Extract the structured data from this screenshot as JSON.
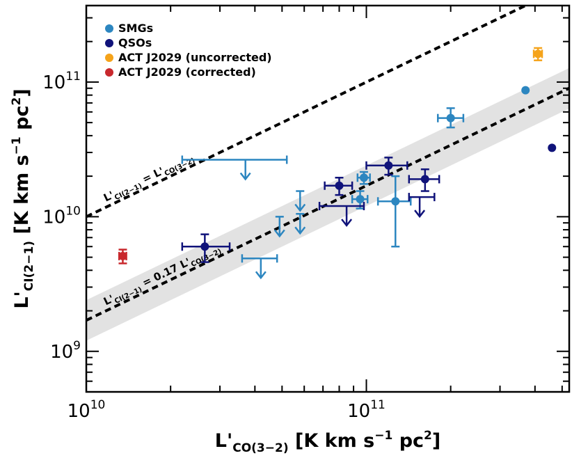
{
  "colors": {
    "SMGs": "#2c86c0",
    "QSOs": "#10137a",
    "ACT J2029 (uncorrected)": "#f5a31a",
    "ACT J2029 (corrected)": "#c8282d",
    "band": "#e2e2e2",
    "axis": "#000000"
  },
  "chart_data": {
    "type": "scatter",
    "x_scale": "log",
    "y_scale": "log",
    "xlim": [
      10000000000.0,
      530000000000.0
    ],
    "ylim": [
      500000000.0,
      370000000000.0
    ],
    "grid": false,
    "legend_position": "top-left",
    "xlabel": {
      "main": "L'",
      "sub": "CO(3−2)",
      "units": " [K km s",
      "exp": "−1",
      "tail": " pc",
      "exp2": "2",
      "end": "]"
    },
    "ylabel": {
      "main": "L'",
      "sub": "CI(2−1)",
      "units": " [K km s",
      "exp": "−1",
      "tail": " pc",
      "exp2": "2",
      "end": "]"
    },
    "x_ticks": [
      {
        "value": 10000000000.0,
        "base": "10",
        "exp": "10"
      },
      {
        "value": 100000000000.0,
        "base": "10",
        "exp": "11"
      }
    ],
    "y_ticks": [
      {
        "value": 1000000000.0,
        "base": "10",
        "exp": "9"
      },
      {
        "value": 10000000000.0,
        "base": "10",
        "exp": "10"
      },
      {
        "value": 100000000000.0,
        "base": "10",
        "exp": "11"
      }
    ],
    "legend": [
      "SMGs",
      "QSOs",
      "ACT J2029 (uncorrected)",
      "ACT J2029 (corrected)"
    ],
    "lines": [
      {
        "name": "equality",
        "ratio": 1.0,
        "label_main": "L'",
        "label_sub1": "CI(2−1)",
        "label_mid": " = L'",
        "label_sub2": "CO(3−2)"
      },
      {
        "name": "fit",
        "ratio": 0.17,
        "band": [
          0.12,
          0.24
        ],
        "label_main": "L'",
        "label_sub1": "CI(2−1)",
        "label_mid": " = 0.17 L'",
        "label_sub2": "CO(3−2)"
      }
    ],
    "series": [
      {
        "name": "SMGs",
        "points": [
          {
            "x": 370000000000.0,
            "y": 87000000000.0
          },
          {
            "x": 200000000000.0,
            "y": 54000000000.0,
            "xerr": [
              20000000000.0,
              22000000000.0
            ],
            "yerr": [
              8000000000.0,
              10000000000.0
            ]
          },
          {
            "x": 98000000000.0,
            "y": 19500000000.0,
            "xerr": [
              5000000000.0,
              5000000000.0
            ],
            "yerr": [
              2000000000.0,
              2000000000.0
            ]
          },
          {
            "x": 95000000000.0,
            "y": 13500000000.0,
            "xerr": [
              6000000000.0,
              6000000000.0
            ],
            "yerr": [
              2000000000.0,
              2000000000.0
            ]
          },
          {
            "x": 127000000000.0,
            "y": 13000000000.0,
            "xerr": [
              17000000000.0,
              17000000000.0
            ],
            "yerr": [
              7000000000.0,
              7000000000.0
            ]
          }
        ],
        "upper_limits": [
          {
            "x": 37000000000.0,
            "y": 26500000000.0,
            "xlo": 22000000000.0,
            "xhi": 52000000000.0
          },
          {
            "x": 42000000000.0,
            "y": 4900000000.0,
            "xlo": 36000000000.0,
            "xhi": 48000000000.0
          },
          {
            "x": 49000000000.0,
            "y": 10000000000.0
          },
          {
            "x": 58000000000.0,
            "y": 15500000000.0
          },
          {
            "x": 58000000000.0,
            "y": 10500000000.0
          }
        ]
      },
      {
        "name": "QSOs",
        "points": [
          {
            "x": 460000000000.0,
            "y": 32500000000.0
          },
          {
            "x": 120000000000.0,
            "y": 24000000000.0,
            "xerr": [
              20000000000.0,
              20000000000.0
            ],
            "yerr": [
              3500000000.0,
              3500000000.0
            ]
          },
          {
            "x": 162000000000.0,
            "y": 19000000000.0,
            "xerr": [
              20000000000.0,
              20000000000.0
            ],
            "yerr": [
              3500000000.0,
              3500000000.0
            ]
          },
          {
            "x": 80000000000.0,
            "y": 17000000000.0,
            "xerr": [
              9000000000.0,
              9000000000.0
            ],
            "yerr": [
              2500000000.0,
              2500000000.0
            ]
          },
          {
            "x": 26500000000.0,
            "y": 6000000000.0,
            "xerr": [
              4500000000.0,
              6000000000.0
            ],
            "yerr": [
              1400000000.0,
              1400000000.0
            ]
          }
        ],
        "upper_limits": [
          {
            "x": 85000000000.0,
            "y": 12000000000.0,
            "xlo": 68000000000.0,
            "xhi": 98000000000.0
          },
          {
            "x": 155000000000.0,
            "y": 14000000000.0,
            "xlo": 142000000000.0,
            "xhi": 175000000000.0
          }
        ]
      },
      {
        "name": "ACT J2029 (uncorrected)",
        "points": [
          {
            "x": 410000000000.0,
            "y": 162000000000.0,
            "xerr": [
              14000000000.0,
              14000000000.0
            ],
            "yerr": [
              17000000000.0,
              17000000000.0
            ]
          }
        ]
      },
      {
        "name": "ACT J2029 (corrected)",
        "points": [
          {
            "x": 13500000000.0,
            "y": 5100000000.0,
            "xerr": [
              400000000.0,
              400000000.0
            ],
            "yerr": [
              600000000.0,
              600000000.0
            ]
          }
        ]
      }
    ]
  }
}
